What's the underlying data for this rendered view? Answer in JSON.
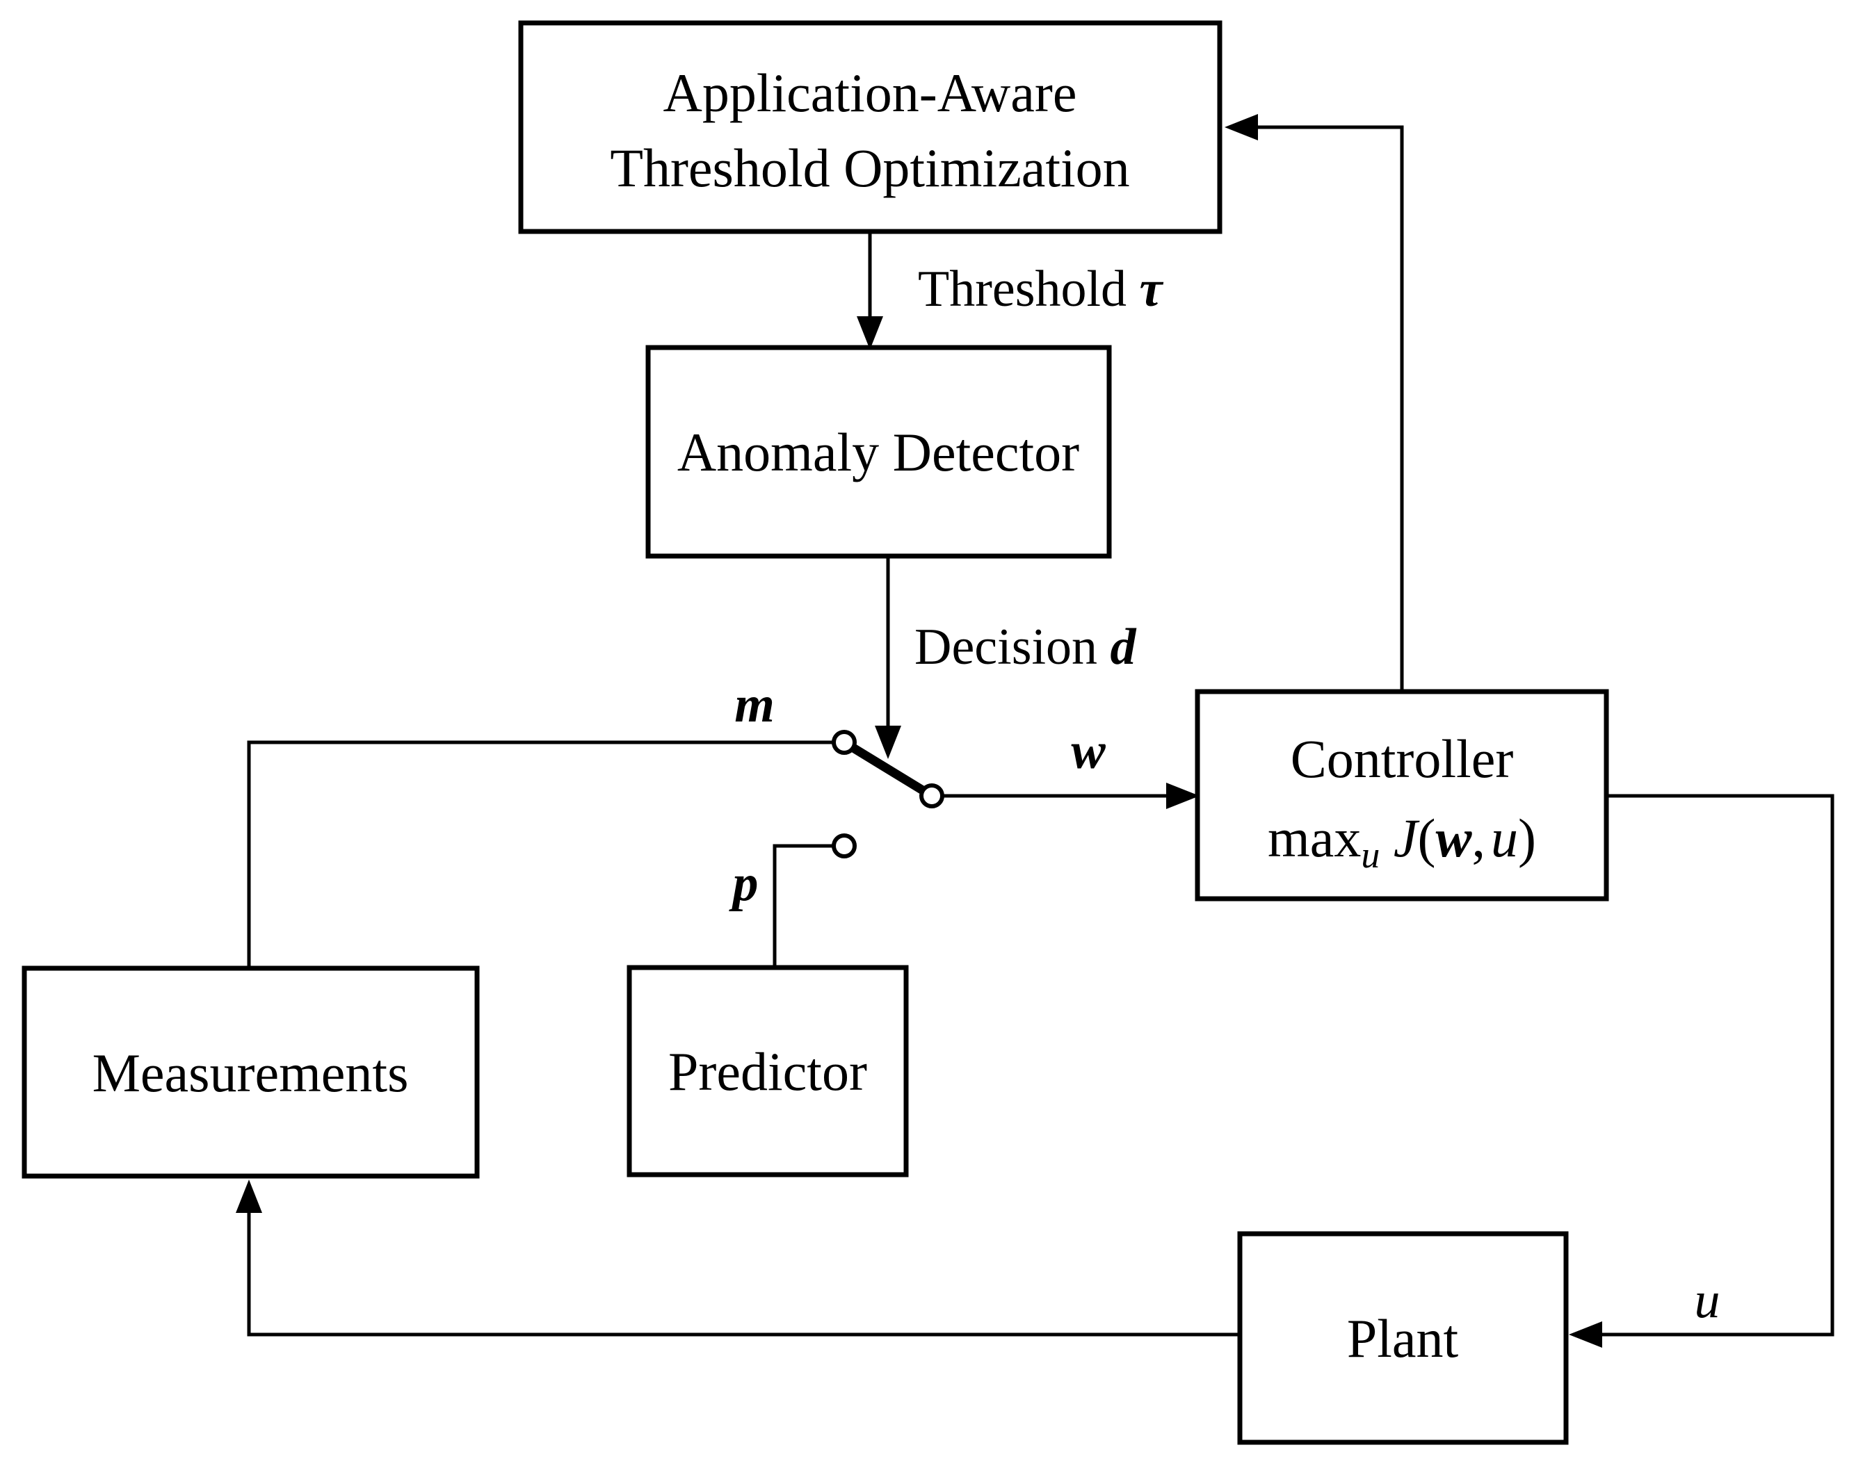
{
  "diagram": {
    "title_hint": "Feedback control loop with application-aware anomaly detection",
    "colors": {
      "line": "#000000",
      "background": "#ffffff"
    },
    "boxes": {
      "threshold_opt": {
        "line1": "Application-Aware",
        "line2": "Threshold Optimization"
      },
      "anomaly_detector": {
        "label": "Anomaly Detector"
      },
      "controller": {
        "line1": "Controller",
        "formula": {
          "max": "max",
          "sub": "u",
          "j": " J",
          "open": "(",
          "w": "w",
          "comma": ",",
          "u": "u",
          "close": ")"
        }
      },
      "measurements": {
        "label": "Measurements"
      },
      "predictor": {
        "label": "Predictor"
      },
      "plant": {
        "label": "Plant"
      }
    },
    "signals": {
      "threshold_text": "Threshold ",
      "threshold_symbol": "τ",
      "decision_text": "Decision ",
      "decision_symbol": "d",
      "m": "m",
      "p": "p",
      "w": "w",
      "u": "u"
    }
  }
}
